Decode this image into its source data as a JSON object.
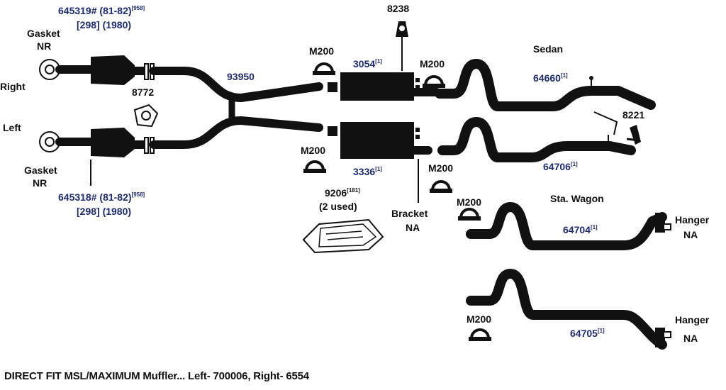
{
  "labels": {
    "right": "Right",
    "left": "Left",
    "gasket_top": "Gasket",
    "nr_top": "NR",
    "gasket_bottom": "Gasket",
    "nr_bottom": "NR",
    "sedan": "Sedan",
    "sta_wagon": "Sta. Wagon",
    "bracket": "Bracket",
    "bracket_na": "NA",
    "hanger1": "Hanger",
    "hanger1_na": "NA",
    "hanger2": "Hanger",
    "hanger2_na": "NA",
    "used": "(2 used)"
  },
  "parts": {
    "cat_right_pn": "645319#",
    "cat_right_years": "(81-82)",
    "cat_right_note": "[958]",
    "cat_right_line2": "[298] (1980)",
    "cat_left_pn": "645318#",
    "cat_left_years": "(81-82)",
    "cat_left_note": "[958]",
    "cat_left_line2": "[298] (1980)",
    "p8772": "8772",
    "p93950": "93950",
    "p8238": "8238",
    "m200_a": "M200",
    "m200_b": "M200",
    "m200_c": "M200",
    "m200_d": "M200",
    "m200_e": "M200",
    "m200_f": "M200",
    "p3054": "3054",
    "p3054_note": "[1]",
    "p3336": "3336",
    "p3336_note": "[1]",
    "p9206": "9206",
    "p9206_note": "[181]",
    "p64660": "64660",
    "p64660_note": "[1]",
    "p8221": "8221",
    "p64706": "64706",
    "p64706_note": "[1]",
    "p64704": "64704",
    "p64704_note": "[1]",
    "p64705": "64705",
    "p64705_note": "[1]"
  },
  "footer": "DIRECT FIT MSL/MAXIMUM Muffler... Left- 700006, Right- 6554",
  "colors": {
    "ink": "#111111",
    "part_number": "#1f2a78",
    "background": "#ffffff"
  }
}
